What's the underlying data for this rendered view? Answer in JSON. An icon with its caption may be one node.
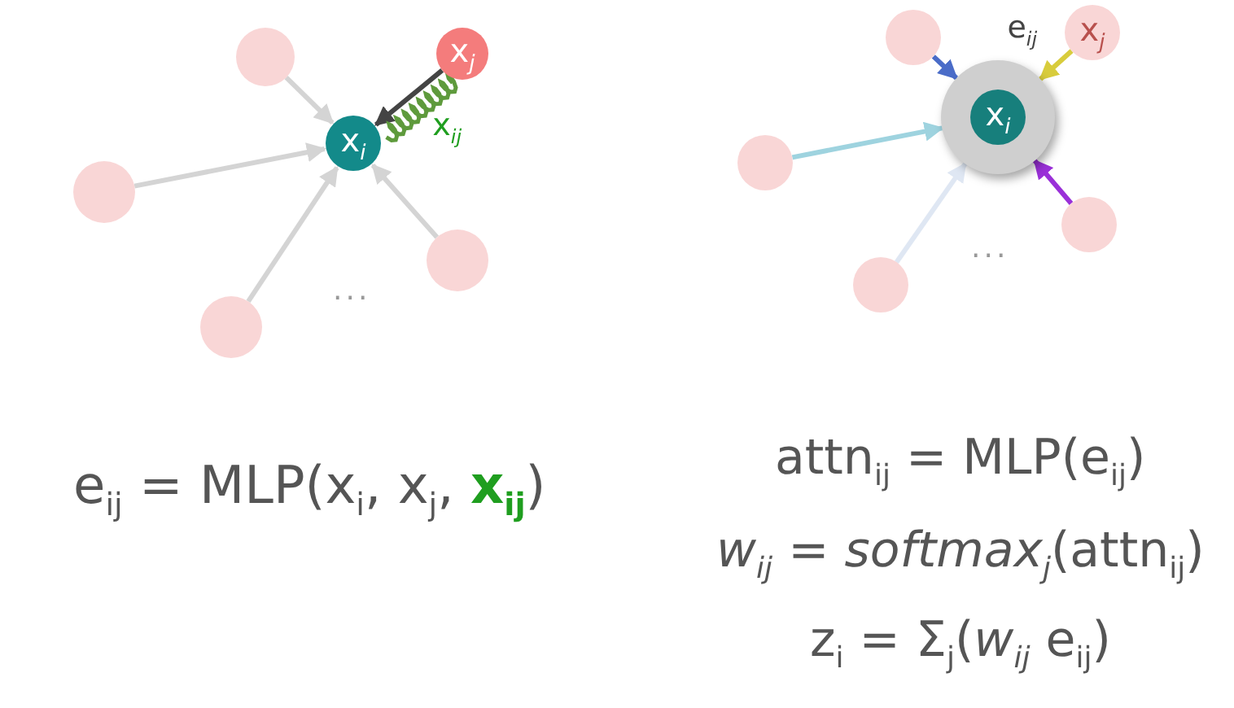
{
  "diagram": {
    "nodes": [
      {
        "text": [
          "x$_{i}$"
        ]
      },
      {
        "text": [
          "x$_{j}$"
        ]
      },
      {
        "text": [],
        "shape": "circle"
      },
      {
        "text": [],
        "shape": "circle"
      },
      {
        "text": [],
        "shape": "circle"
      },
      {
        "text": [],
        "shape": "circle"
      },
      {
        "text": [
          "x$_{i}$"
        ]
      },
      {
        "text": [
          "x$_{j}$"
        ]
      },
      {
        "text": [],
        "shape": "circle"
      },
      {
        "text": [],
        "shape": "circle"
      },
      {
        "text": [],
        "shape": "circle"
      },
      {
        "text": [],
        "shape": "circle"
      }
    ],
    "edges": [
      {
        "from": 1,
        "to": 0,
        "arrow": "to",
        "color": "#444444"
      },
      {
        "from": 1,
        "to": 0,
        "arrow": "none",
        "label": "x$_{ij}$",
        "color": "#5e9a3c"
      },
      {
        "from": 2,
        "to": 0,
        "arrow": "to",
        "color": "#d4d4d4"
      },
      {
        "from": 3,
        "to": 0,
        "arrow": "to",
        "color": "#d4d4d4"
      },
      {
        "from": 4,
        "to": 0,
        "arrow": "to",
        "color": "#d4d4d4"
      },
      {
        "from": 5,
        "to": 0,
        "arrow": "to",
        "color": "#d4d4d4"
      },
      {
        "from": 7,
        "to": 6,
        "arrow": "to",
        "label": "e$_{ij}$",
        "color": "#d8cc3c"
      },
      {
        "from": 8,
        "to": 6,
        "arrow": "to",
        "color": "#4a6cc8"
      },
      {
        "from": 9,
        "to": 6,
        "arrow": "to",
        "color": "#9ed3df"
      },
      {
        "from": 10,
        "to": 6,
        "arrow": "to",
        "color": "#dfe7f3"
      },
      {
        "from": 11,
        "to": 6,
        "arrow": "to",
        "color": "#9a30d8"
      }
    ],
    "labels": [
      "...",
      "...",
      "e$_{ij}$ = MLP(x$_{i}$, x$_{j}$, **x$_{ij}$**)",
      "attn$_{ij}$ = MLP(e$_{ij}$)",
      "*w$_{ij}$* = *softmax$_{j}$*(attn$_{ij}$)",
      "z$_{i}$ = Σ$_{j}$(*w$_{ij}$* e$_{ij}$)"
    ]
  }
}
